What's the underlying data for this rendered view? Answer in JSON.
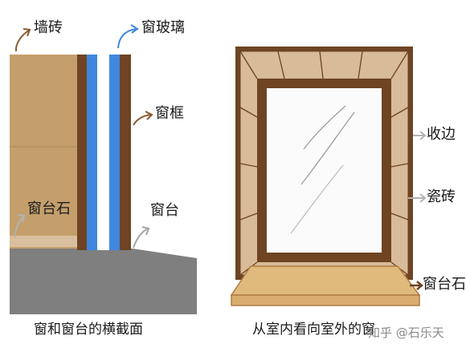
{
  "left_diagram": {
    "labels": {
      "wall_tile": "墙砖",
      "window_glass": "窗玻璃",
      "window_frame": "窗框",
      "sill_stone": "窗台石",
      "window_sill": "窗台"
    },
    "caption": "窗和窗台的横截面"
  },
  "right_diagram": {
    "labels": {
      "trim": "收边",
      "tile": "瓷砖",
      "sill_stone": "窗台石"
    },
    "caption": "从室内看向室外的窗"
  },
  "watermark": "知乎 @石乐天",
  "colors": {
    "wall": "#c49f6c",
    "wall_light": "#d6b690",
    "frame": "#6e4423",
    "glass": "#3f87e0",
    "floor": "#7f7f7f",
    "tile": "#d8bb98",
    "sill": "#e0b97c",
    "pane": "#fbfbfb",
    "brown_arrow": "#8a5a32",
    "gray_arrow": "#b3b3b3",
    "blue_arrow": "#3f87e0",
    "gray_floor_arrow": "#a6a6a6"
  }
}
